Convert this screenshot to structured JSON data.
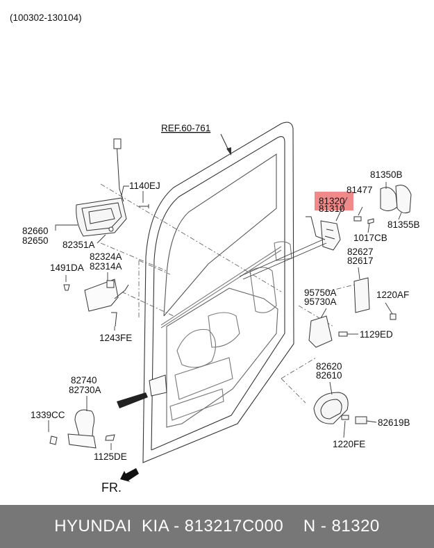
{
  "header": {
    "date_range": "(100302-130104)"
  },
  "reference": "REF.60-761",
  "parts": [
    {
      "name": "part-label-81350b",
      "code": "81350B"
    },
    {
      "name": "part-label-81477",
      "code": "81477"
    },
    {
      "name": "part-label-81320",
      "code": "81320",
      "highlighted": true
    },
    {
      "name": "part-label-81310",
      "code": "81310"
    },
    {
      "name": "part-label-81355b",
      "code": "81355B"
    },
    {
      "name": "part-label-1017cb",
      "code": "1017CB"
    },
    {
      "name": "part-label-82627",
      "code": "82627"
    },
    {
      "name": "part-label-82617",
      "code": "82617"
    },
    {
      "name": "part-label-95750a",
      "code": "95750A"
    },
    {
      "name": "part-label-95730a",
      "code": "95730A"
    },
    {
      "name": "part-label-1220af",
      "code": "1220AF"
    },
    {
      "name": "part-label-1129ed",
      "code": "1129ED"
    },
    {
      "name": "part-label-82620",
      "code": "82620"
    },
    {
      "name": "part-label-82610",
      "code": "82610"
    },
    {
      "name": "part-label-82619b",
      "code": "82619B"
    },
    {
      "name": "part-label-1220fe",
      "code": "1220FE"
    },
    {
      "name": "part-label-1140ej",
      "code": "1140EJ"
    },
    {
      "name": "part-label-82660",
      "code": "82660"
    },
    {
      "name": "part-label-82650",
      "code": "82650"
    },
    {
      "name": "part-label-82351a",
      "code": "82351A"
    },
    {
      "name": "part-label-1491da",
      "code": "1491DA"
    },
    {
      "name": "part-label-82324a",
      "code": "82324A"
    },
    {
      "name": "part-label-82314a",
      "code": "82314A"
    },
    {
      "name": "part-label-1243fe",
      "code": "1243FE"
    },
    {
      "name": "part-label-82740",
      "code": "82740"
    },
    {
      "name": "part-label-82730a",
      "code": "82730A"
    },
    {
      "name": "part-label-1339cc",
      "code": "1339CC"
    },
    {
      "name": "part-label-1125de",
      "code": "1125DE"
    }
  ],
  "direction_label": "FR.",
  "highlight_color": "#f08a8a",
  "footer": {
    "brand": "HYUNDAI  KIA - 813217C000",
    "number": "N - 81320"
  }
}
